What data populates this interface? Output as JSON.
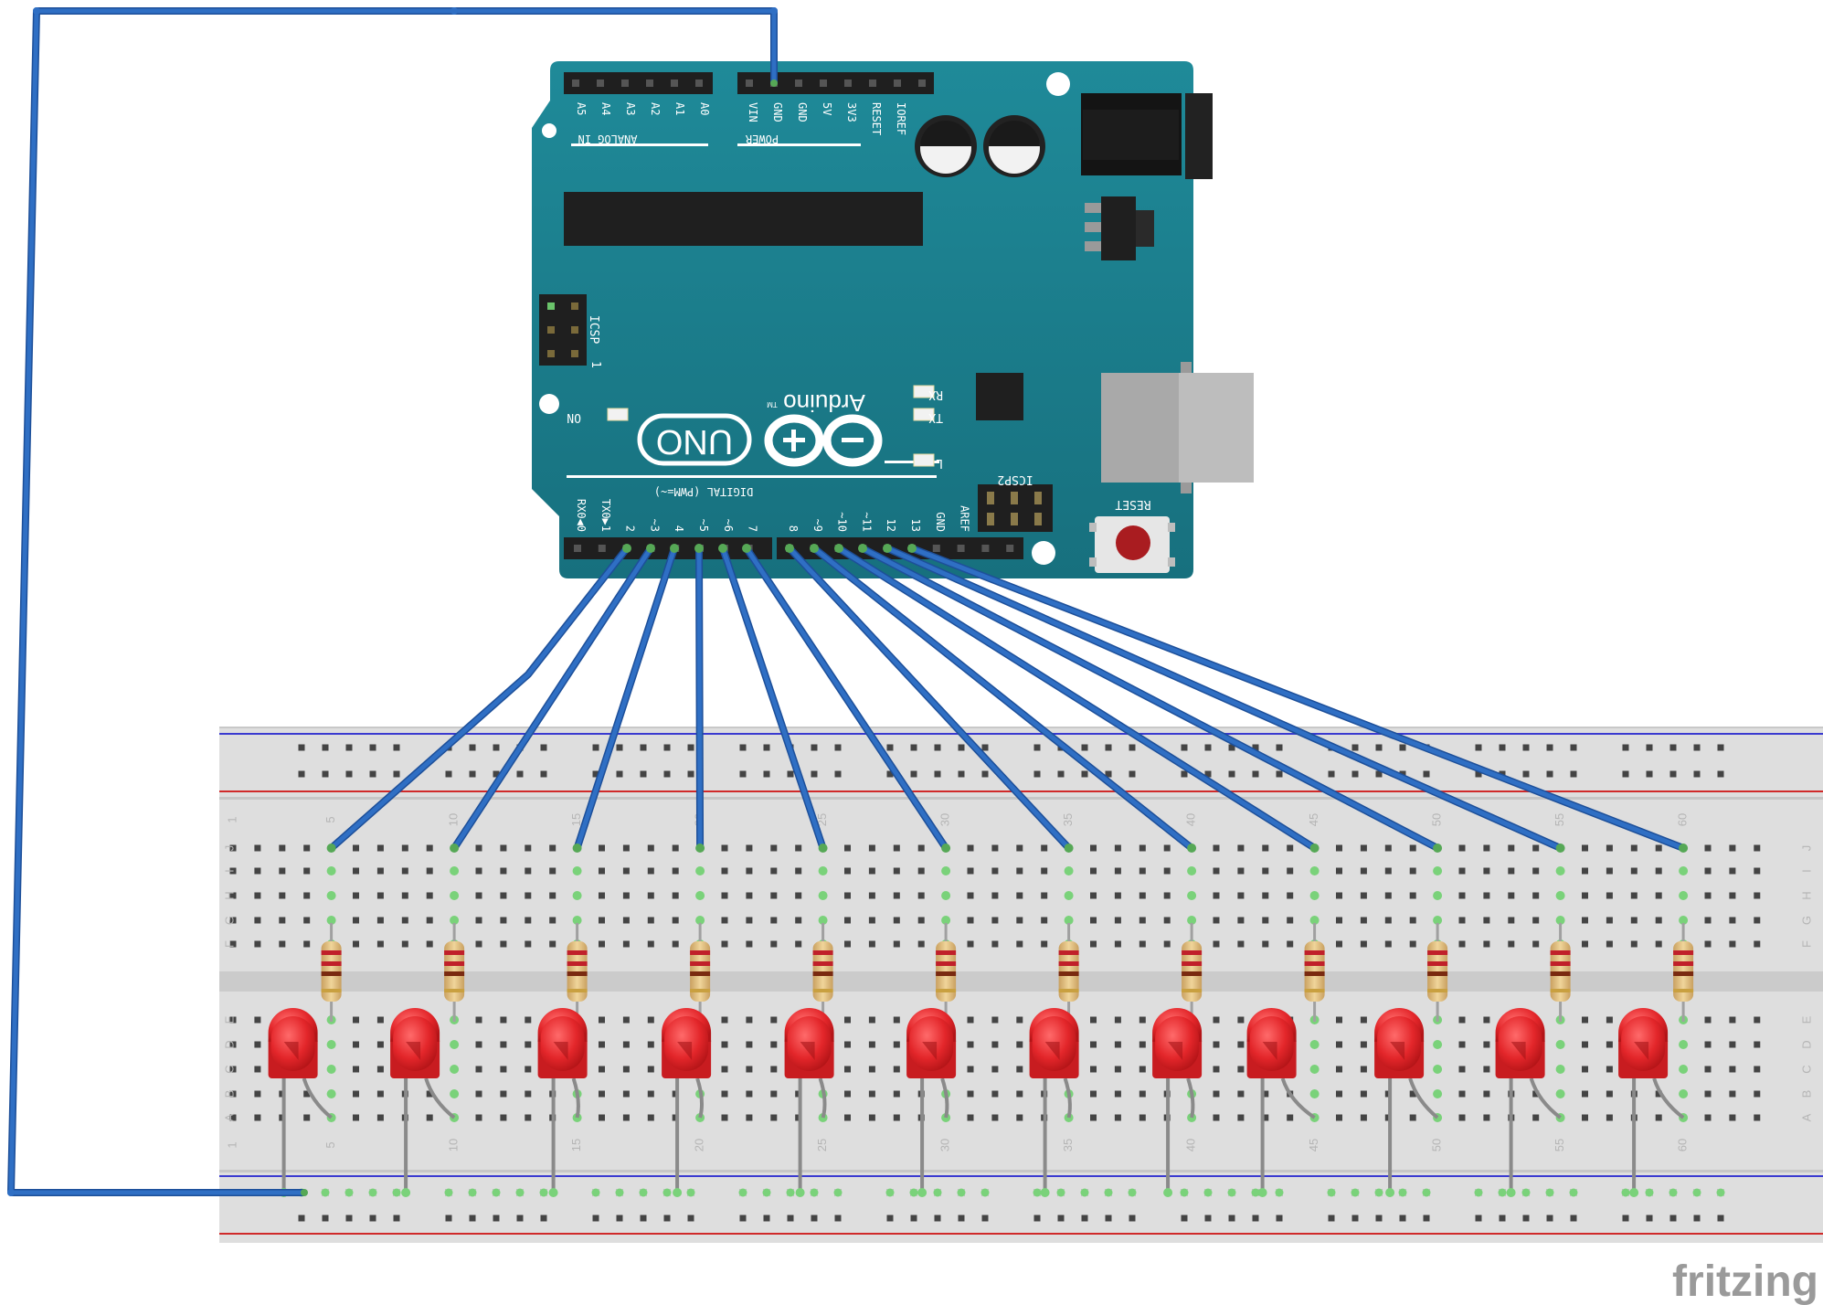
{
  "board": {
    "analog_header_label": "ANALOG IN",
    "analog_pins": [
      "A5",
      "A4",
      "A3",
      "A2",
      "A1",
      "A0"
    ],
    "power_header_label": "POWER",
    "power_pins": [
      "VIN",
      "GND",
      "GND",
      "5V",
      "3V3",
      "RESET",
      "IOREF"
    ],
    "icsp_label": "ICSP",
    "icsp2_label": "ICSP2",
    "icsp_pin1": "1",
    "on_label": "ON",
    "rx_label": "RX",
    "tx_label": "TX",
    "l_label": "L",
    "reset_label": "RESET",
    "brand": "Arduino",
    "tm": "TM",
    "model": "UNO",
    "digital_label": "DIGITAL (PWM=~)",
    "digital_pins_left": [
      "RX0◀0",
      "TX0▶1",
      "2",
      "~3",
      "4",
      "~5",
      "~6",
      "7"
    ],
    "digital_pins_right": [
      "8",
      "~9",
      "~10",
      "~11",
      "12",
      "13",
      "GND",
      "AREF"
    ],
    "colors": {
      "board": "#1b8191",
      "wire": "#2f6fc4",
      "led": "#e3262a",
      "breadboard": "#dcdcdc"
    }
  },
  "breadboard": {
    "row_letters_top": [
      "J",
      "I",
      "H",
      "G",
      "F"
    ],
    "row_letters_bottom": [
      "E",
      "D",
      "C",
      "B",
      "A"
    ],
    "column_numbers": [
      "1",
      "5",
      "10",
      "15",
      "20",
      "25",
      "30",
      "35",
      "40",
      "45",
      "50",
      "55",
      "60"
    ]
  },
  "watermark": "fritzing"
}
